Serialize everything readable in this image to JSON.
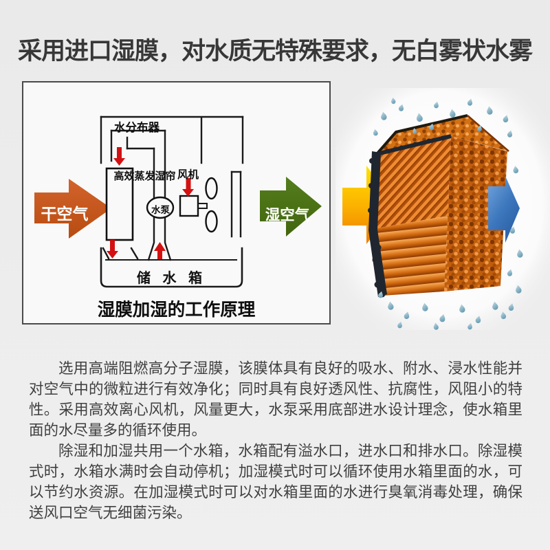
{
  "title": "采用进口湿膜，对水质无特殊要求，无白雾状水雾",
  "diagram": {
    "caption": "湿膜加湿的工作原理",
    "labels": {
      "water_distributor": "水分布器",
      "wet_curtain": "高效蒸发湿帘",
      "water_pump": "水泵",
      "fan": "风机",
      "water_tank": "储 水 箱",
      "dry_air": "干空气",
      "wet_air": "湿空气"
    },
    "colors": {
      "dry_air_arrow": "#c6551b",
      "wet_air_arrow": "#4a7213",
      "flow_arrow_red": "#d31112",
      "line": "#1a1a1a"
    }
  },
  "illustration": {
    "name": "wet-membrane-3d-view",
    "colors": {
      "membrane_orange": "#d4711c",
      "inlet_arrow_yellow": "#f5c400",
      "outlet_arrow_blue": "#3c78bf",
      "droplet_blue": "#8fb9cb"
    }
  },
  "paragraphs": [
    "选用高端阻燃高分子湿膜，该膜体具有良好的吸水、附水、浸水性能并对空气中的微粒进行有效净化；同时具有良好透风性、抗腐性，风阻小的特性。采用高效离心风机，风量更大，水泵采用底部进水设计理念，使水箱里面的水尽量多的循环使用。",
    "除湿和加湿共用一个水箱，水箱配有溢水口，进水口和排水口。除湿模式时，水箱水满时会自动停机；加湿模式时可以循环使用水箱里面的水，可以节约水资源。在加湿模式时可以对水箱里面的水进行臭氧消毒处理，确保送风口空气无细菌污染。"
  ]
}
